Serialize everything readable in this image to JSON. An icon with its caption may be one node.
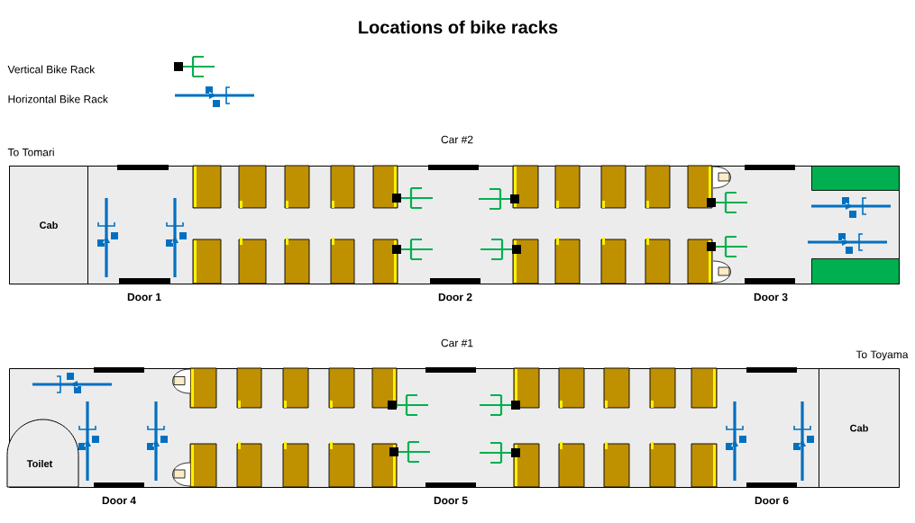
{
  "diagram": {
    "title": "Locations of bike racks",
    "nodes": [
      {
        "text": [
          "Car #2"
        ]
      },
      {
        "text": [
          "Cab"
        ],
        "in": 0
      },
      {
        "text": [],
        "shape": "box",
        "in": 0
      },
      {
        "text": [],
        "shape": "box",
        "in": 0
      },
      {
        "text": [
          "Car #1"
        ]
      },
      {
        "text": [
          "Toilet"
        ],
        "in": 4
      },
      {
        "text": [
          "Cab"
        ],
        "in": 4
      }
    ],
    "labels": [
      "To Tomari",
      "Door 1",
      "Door 2",
      "Door 3",
      "Door 4",
      "Door 5",
      "Door 6",
      "To Toyama"
    ],
    "legend": [
      {
        "text": "Vertical Bike Rack"
      },
      {
        "text": "Horizontal Bike Rack"
      }
    ]
  }
}
